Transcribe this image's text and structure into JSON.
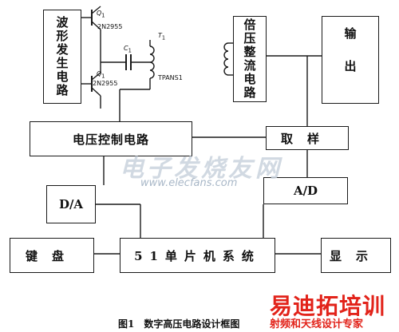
{
  "blocks": {
    "waveform": "波形发生电路",
    "voltage_doubler": "倍压整流电路",
    "output": "输出",
    "voltage_control": "电压控制电路",
    "sampling": "取样",
    "da": "D/A",
    "ad": "A/D",
    "keyboard": "键盘",
    "mcu": "51单片机系统",
    "display": "显示"
  },
  "component_labels": {
    "q1_top": "Q",
    "q1_top_sub": "1",
    "q1_top_model": "2N2955",
    "q1_bottom": "Q",
    "q1_bottom_sub": "1",
    "q1_bottom_model": "2N2955",
    "capacitor": "C",
    "capacitor_sub": "1",
    "transformer": "T",
    "transformer_sub": "1",
    "transformer_model": "TPANS1"
  },
  "watermark": {
    "cn": "电子发烧友网",
    "url": "www.elecfans.com"
  },
  "logo": {
    "name": "易迪拓培训",
    "tagline": "射频和天线设计专家"
  },
  "caption": "图1　数字高压电路设计框图"
}
